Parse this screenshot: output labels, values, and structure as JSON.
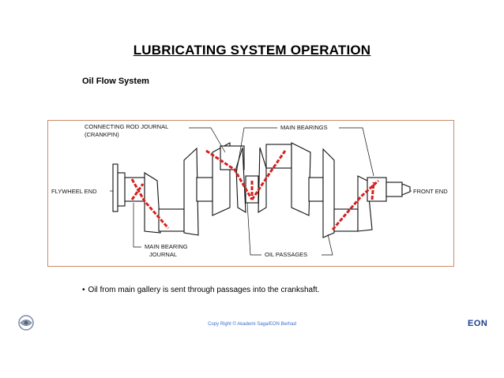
{
  "title": "LUBRICATING SYSTEM OPERATION",
  "subtitle": "Oil Flow System",
  "diagram": {
    "labels": {
      "connecting_rod_journal_1": "CONNECTING ROD JOURNAL",
      "connecting_rod_journal_2": "(CRANKPIN)",
      "main_bearings": "MAIN BEARINGS",
      "flywheel_end": "FLYWHEEL END",
      "front_end": "FRONT END",
      "main_bearing_journal_1": "MAIN BEARING",
      "main_bearing_journal_2": "JOURNAL",
      "oil_passages": "OIL PASSAGES"
    },
    "colors": {
      "oil_passage": "#d42020",
      "frame": "#c98a6a"
    }
  },
  "bullet": "Oil from main gallery is sent through passages into the crankshaft.",
  "footer": "Copy Right © Akademi Saga/EON Berhad",
  "logo_right": "EON"
}
